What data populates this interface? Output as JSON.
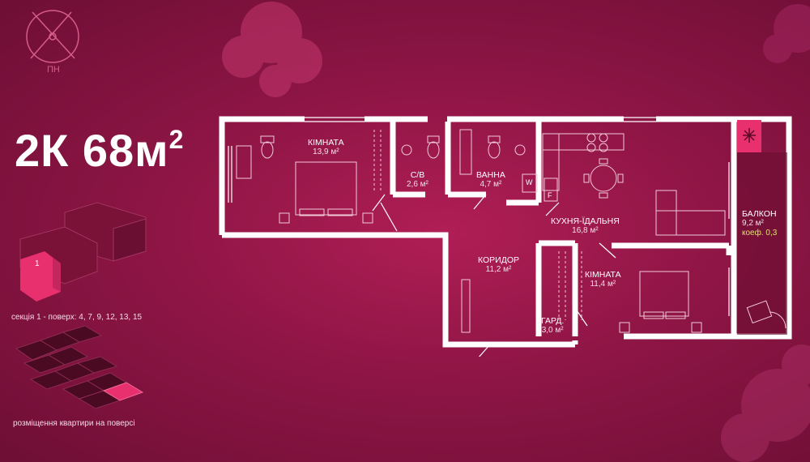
{
  "compass": {
    "label": "ПН"
  },
  "apartment": {
    "title": "2К 68м",
    "title_sup": "2"
  },
  "section": {
    "floors_text": "секція 1 - поверх: 4, 7, 9, 12, 13, 15",
    "number": "1"
  },
  "placement": {
    "text": "розміщення квартири на поверсі"
  },
  "rooms": {
    "room1": {
      "name": "КІМНАТА",
      "area": "13,9 м²"
    },
    "wc": {
      "name": "С/В",
      "area": "2,6 м²"
    },
    "bath": {
      "name": "ВАННА",
      "area": "4,7 м²"
    },
    "kitchen": {
      "name": "КУХНЯ-ЇДАЛЬНЯ",
      "area": "16,8 м²"
    },
    "balcony": {
      "name": "БАЛКОН",
      "area": "9,2 м²",
      "coef": "коеф. 0,3"
    },
    "corridor": {
      "name": "КОРИДОР",
      "area": "11,2 м²"
    },
    "room2": {
      "name": "КІМНАТА",
      "area": "11,4 м²"
    },
    "wardrobe": {
      "name": "ГАРД.",
      "area": "3,0 м²"
    }
  },
  "fixtures": {
    "washer": "W",
    "fridge": "F"
  },
  "colors": {
    "background": "#8e1545",
    "accent": "#e8306f",
    "wall": "#ffffff",
    "coef": "#d9e36a"
  }
}
